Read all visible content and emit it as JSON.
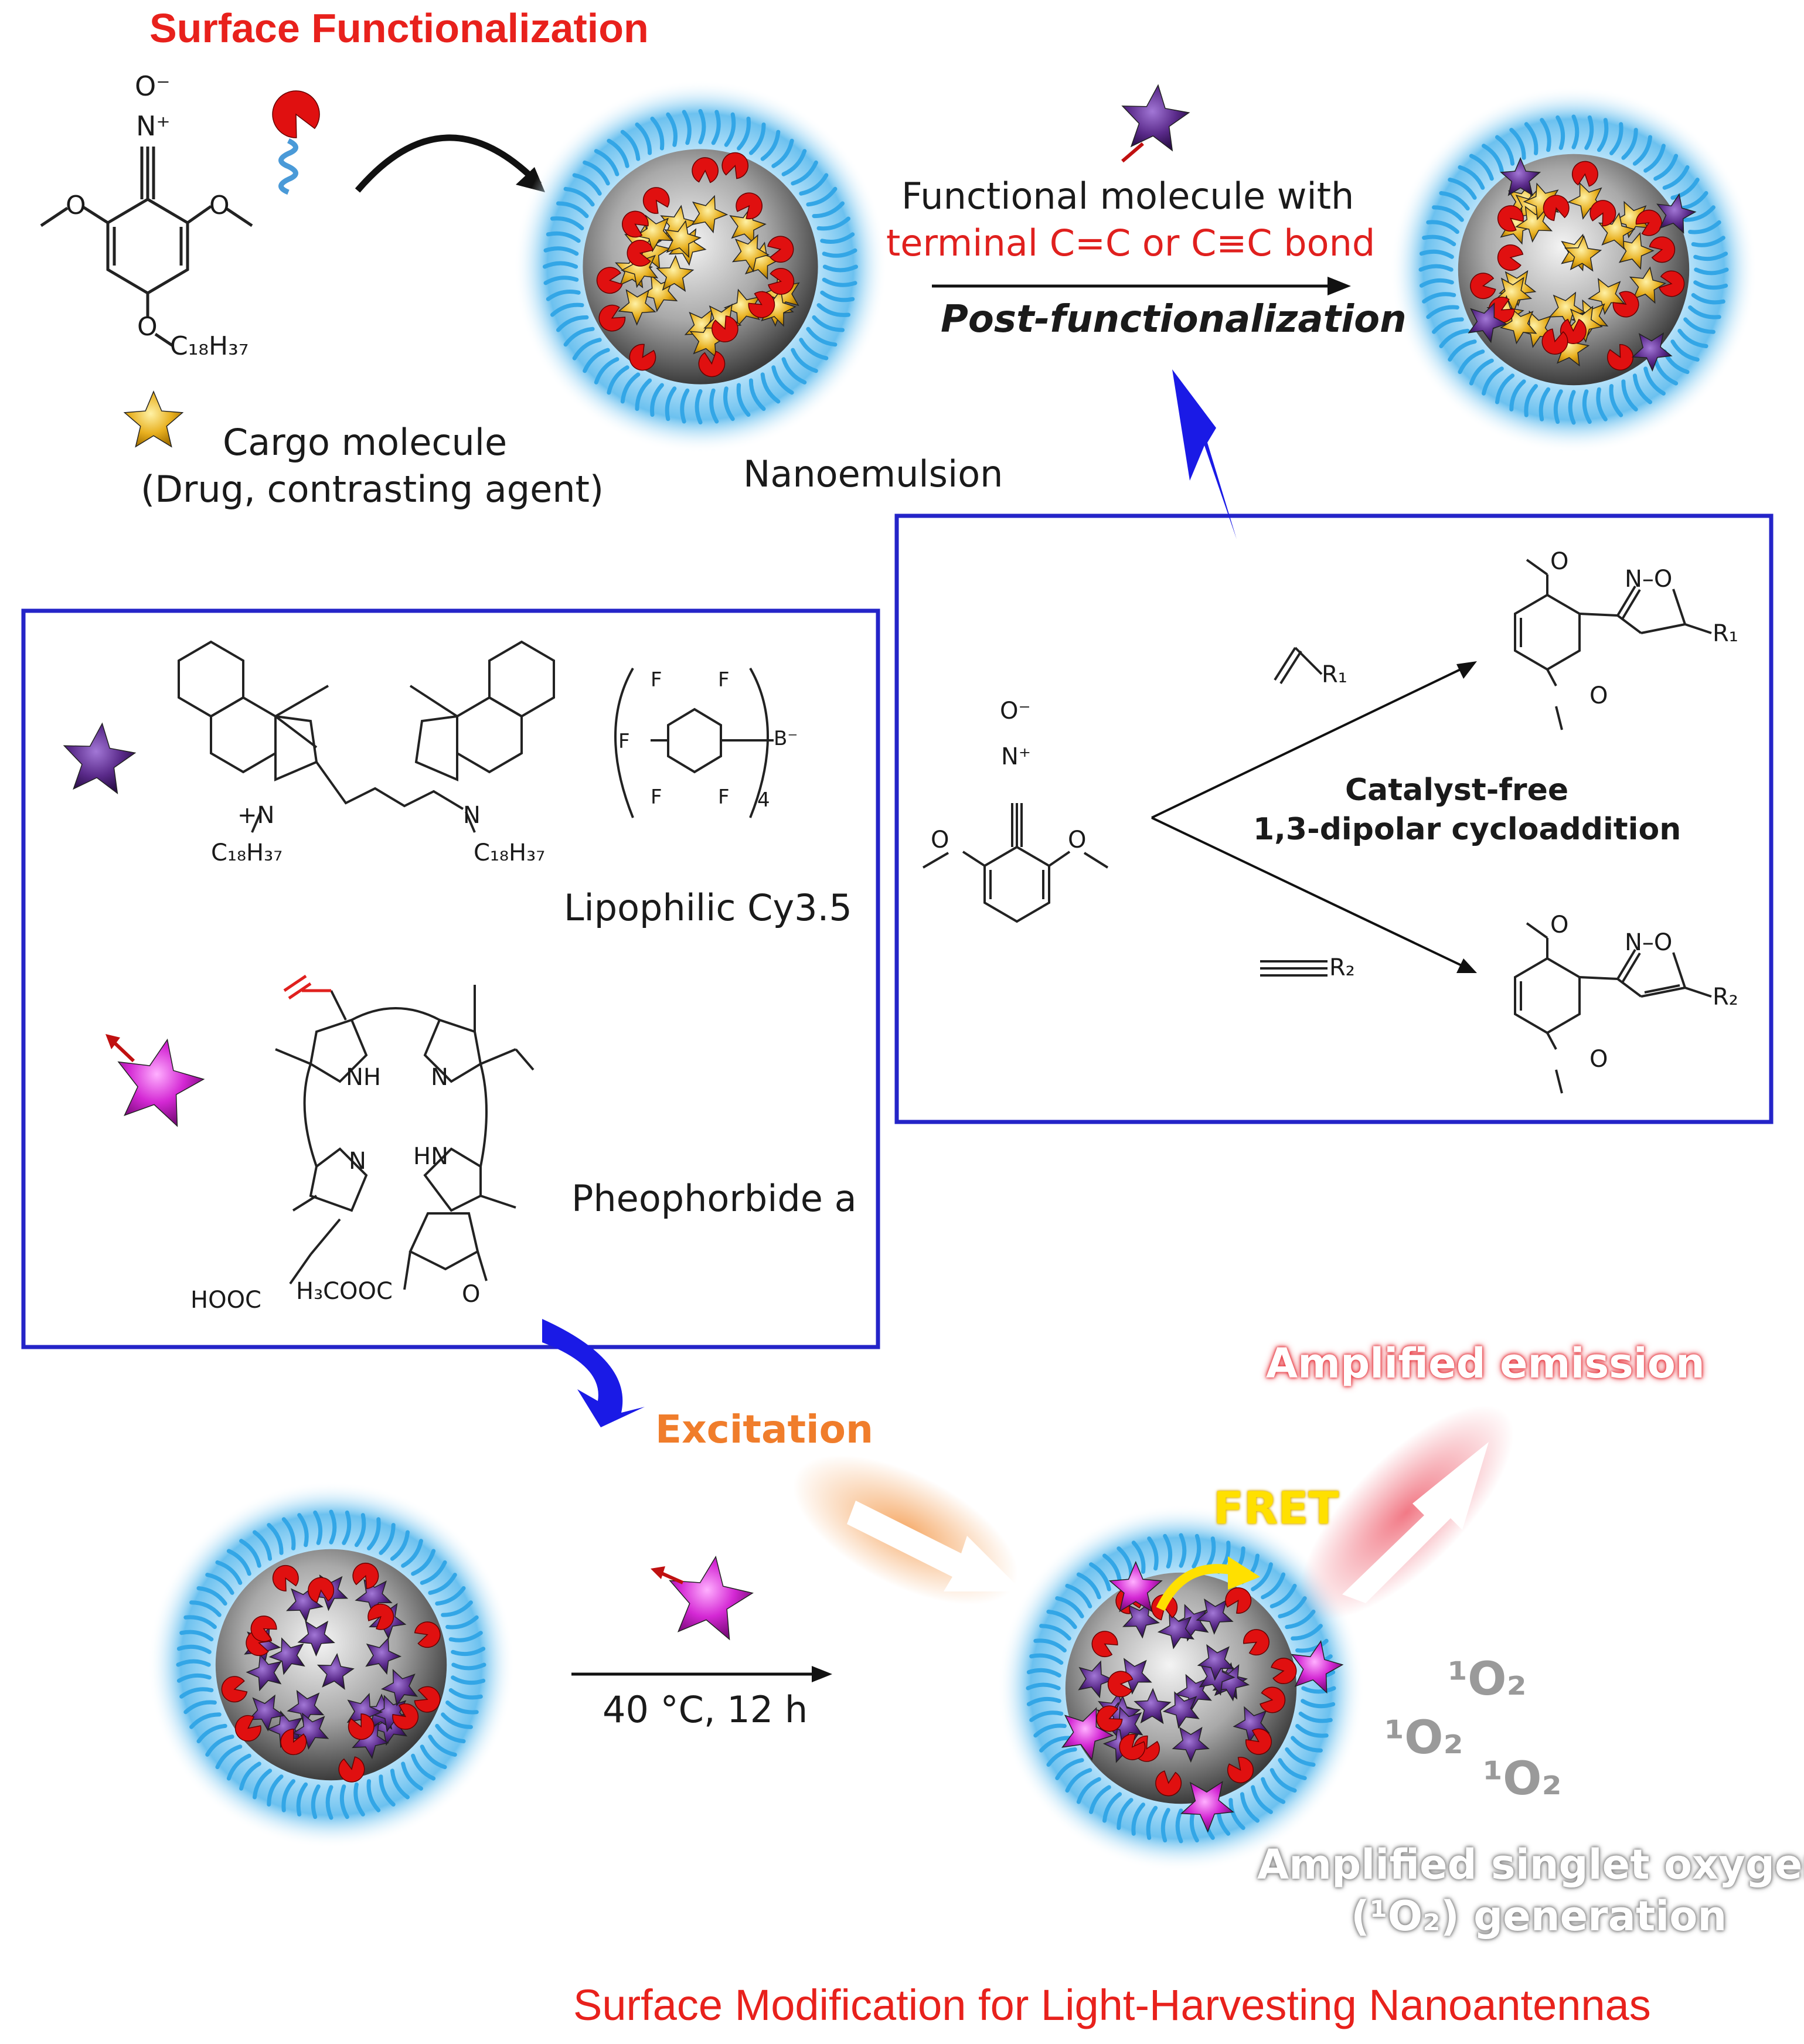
{
  "header": {
    "title": "Surface Functionalization"
  },
  "top": {
    "cargo_label_line1": "Cargo molecule",
    "cargo_label_line2": "(Drug, contrasting agent)",
    "nanoemulsion_label": "Nanoemulsion",
    "functional_line1": "Functional molecule with",
    "functional_line2": "terminal C=C or C≡C bond",
    "post_label": "Post-functionalization"
  },
  "reaction_box": {
    "label_line1": "Catalyst-free",
    "label_line2": "1,3-dipolar cycloaddition"
  },
  "dye_box": {
    "cy_label": "Lipophilic Cy3.5",
    "pheo_label": "Pheophorbide a"
  },
  "bottom": {
    "condition_label": "40 °C, 12 h",
    "excitation_label": "Excitation",
    "fret_label": "FRET",
    "emission_label": "Amplified emission",
    "oxygen_symbol": "¹O₂",
    "singlet_line1": "Amplified singlet oxygen",
    "singlet_line2": "(¹O₂) generation"
  },
  "caption": "Surface Modification for Light-Harvesting Nanoantennas",
  "chem": {
    "o_minus": "O⁻",
    "n_plus": "N⁺",
    "o": "O",
    "c18h37": "C₁₈H₃₇",
    "n_o": "N–O",
    "r1": "R₁",
    "r2": "R₂",
    "plus_n": "+N",
    "n": "N",
    "nh": "NH",
    "hn": "HN",
    "f": "F",
    "b_minus": "B⁻",
    "four": "4",
    "hooc": "HOOC",
    "h3cooc": "H₃COOC"
  },
  "colors": {
    "title_red": "#e8211c",
    "box_blue": "#2424c8",
    "arrow_blue": "#1a1ae6",
    "shell_blue": "#33a6e6",
    "pacman_red": "#e01010",
    "cargo_gold": "#e8b020",
    "cy_purple": "#5a2a8a",
    "pheo_magenta": "#cc22cc",
    "excitation_orange": "#f07d2b",
    "fret_yellow": "#ffe000"
  },
  "icons": [
    "pacman-ligand-icon",
    "cargo-star-icon",
    "cy35-star-icon",
    "pheo-star-icon"
  ]
}
